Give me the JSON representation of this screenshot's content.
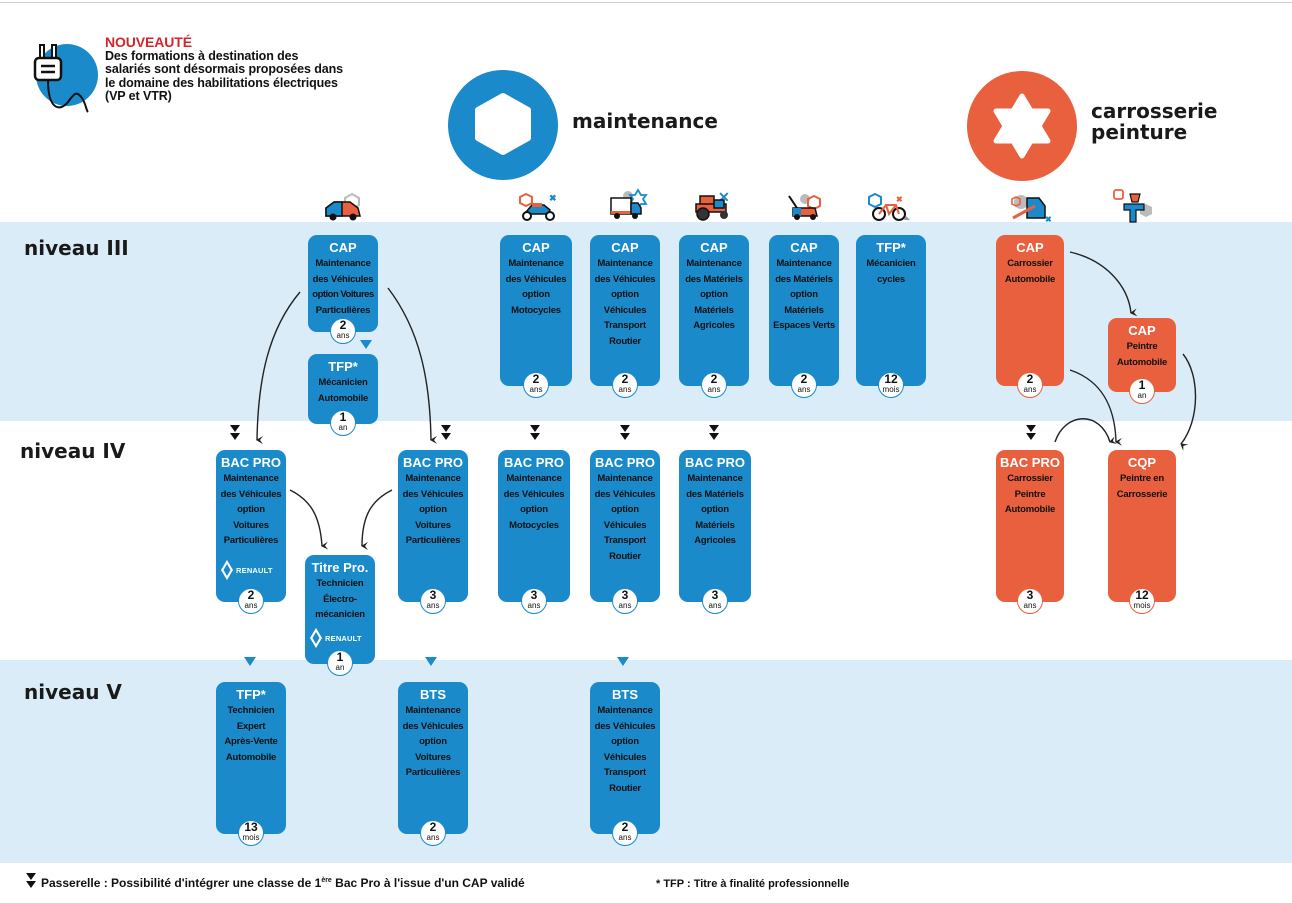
{
  "notice": {
    "heading": "NOUVEAUTÉ",
    "text": "Des formations à destination des salariés sont désormais proposées dans le domaine des habilitations électriques (VP et VTR)",
    "icon": "electric-plug-icon"
  },
  "domains": [
    {
      "title": "maintenance",
      "icon": "hexagon-nut-icon",
      "color": "#1a8acb"
    },
    {
      "title_line1": "carrosserie",
      "title_line2": "peinture",
      "icon": "star-bolt-icon",
      "color": "#e9603e"
    }
  ],
  "levels": {
    "l3": "niveau III",
    "l4": "niveau IV",
    "l5": "niveau V"
  },
  "colors": {
    "maintenance": "#1a8acb",
    "carrosserie": "#e9603e",
    "band": "#d9ecf7",
    "notice_heading": "#d4262a"
  },
  "cards": {
    "cap_vp": {
      "title": "CAP",
      "lines": [
        "Maintenance",
        "des Véhicules",
        "option Voitures",
        "Particulières"
      ],
      "dur_n": "2",
      "dur_u": "ans"
    },
    "tfp_meca": {
      "title": "TFP*",
      "lines": [
        "Mécanicien",
        "Automobile"
      ],
      "dur_n": "1",
      "dur_u": "an"
    },
    "cap_moto": {
      "title": "CAP",
      "lines": [
        "Maintenance",
        "des Véhicules",
        "option",
        "Motocycles"
      ],
      "dur_n": "2",
      "dur_u": "ans"
    },
    "cap_vtr": {
      "title": "CAP",
      "lines": [
        "Maintenance",
        "des Véhicules",
        "option",
        "Véhicules",
        "Transport",
        "Routier"
      ],
      "dur_n": "2",
      "dur_u": "ans"
    },
    "cap_agri": {
      "title": "CAP",
      "lines": [
        "Maintenance",
        "des Matériels",
        "option",
        "Matériels",
        "Agricoles"
      ],
      "dur_n": "2",
      "dur_u": "ans"
    },
    "cap_ev": {
      "title": "CAP",
      "lines": [
        "Maintenance",
        "des Matériels",
        "option",
        "Matériels",
        "Espaces Verts"
      ],
      "dur_n": "2",
      "dur_u": "ans"
    },
    "tfp_cycles": {
      "title": "TFP*",
      "lines": [
        "Mécanicien",
        "cycles"
      ],
      "dur_n": "12",
      "dur_u": "mois"
    },
    "cap_carrossier": {
      "title": "CAP",
      "lines": [
        "Carrossier",
        "Automobile"
      ],
      "dur_n": "2",
      "dur_u": "ans"
    },
    "cap_peintre": {
      "title": "CAP",
      "lines": [
        "Peintre",
        "Automobile"
      ],
      "dur_n": "1",
      "dur_u": "an"
    },
    "bac_vp_renault": {
      "title": "BAC PRO",
      "lines": [
        "Maintenance",
        "des Véhicules",
        "option",
        "Voitures",
        "Particulières"
      ],
      "dur_n": "2",
      "dur_u": "ans",
      "partner": "RENAULT"
    },
    "titre_pro": {
      "title": "Titre Pro.",
      "lines": [
        "Technicien",
        "Électro-",
        "mécanicien"
      ],
      "dur_n": "1",
      "dur_u": "an",
      "partner": "RENAULT"
    },
    "bac_vp": {
      "title": "BAC PRO",
      "lines": [
        "Maintenance",
        "des Véhicules",
        "option",
        "Voitures",
        "Particulières"
      ],
      "dur_n": "3",
      "dur_u": "ans"
    },
    "bac_moto": {
      "title": "BAC PRO",
      "lines": [
        "Maintenance",
        "des Véhicules",
        "option",
        "Motocycles"
      ],
      "dur_n": "3",
      "dur_u": "ans"
    },
    "bac_vtr": {
      "title": "BAC PRO",
      "lines": [
        "Maintenance",
        "des Véhicules",
        "option",
        "Véhicules",
        "Transport",
        "Routier"
      ],
      "dur_n": "3",
      "dur_u": "ans"
    },
    "bac_agri": {
      "title": "BAC PRO",
      "lines": [
        "Maintenance",
        "des Matériels",
        "option",
        "Matériels",
        "Agricoles"
      ],
      "dur_n": "3",
      "dur_u": "ans"
    },
    "bac_carrossier": {
      "title": "BAC PRO",
      "lines": [
        "Carrossier",
        "Peintre",
        "Automobile"
      ],
      "dur_n": "3",
      "dur_u": "ans"
    },
    "cqp_peintre": {
      "title": "CQP",
      "lines": [
        "Peintre en",
        "Carrosserie"
      ],
      "dur_n": "12",
      "dur_u": "mois"
    },
    "tfp_expert": {
      "title": "TFP*",
      "lines": [
        "Technicien",
        "Expert",
        "Après-Vente",
        "Automobile"
      ],
      "dur_n": "13",
      "dur_u": "mois"
    },
    "bts_vp": {
      "title": "BTS",
      "lines": [
        "Maintenance",
        "des Véhicules",
        "option",
        "Voitures",
        "Particulières"
      ],
      "dur_n": "2",
      "dur_u": "ans"
    },
    "bts_vtr": {
      "title": "BTS",
      "lines": [
        "Maintenance",
        "des Véhicules",
        "option",
        "Véhicules",
        "Transport",
        "Routier"
      ],
      "dur_n": "2",
      "dur_u": "ans"
    }
  },
  "column_icons": [
    "car-icon",
    "motorcycle-icon",
    "truck-icon",
    "tractor-icon",
    "lawnmower-icon",
    "bicycle-icon",
    "car-door-wrench-icon",
    "spray-gun-icon"
  ],
  "legend": {
    "passerelle_prefix": "Passerelle : Possibilité d'intégrer une classe de 1",
    "passerelle_sup": "ère",
    "passerelle_suffix": " Bac Pro à l'issue d'un CAP validé",
    "tfp_note": "* TFP : Titre à finalité professionnelle"
  }
}
